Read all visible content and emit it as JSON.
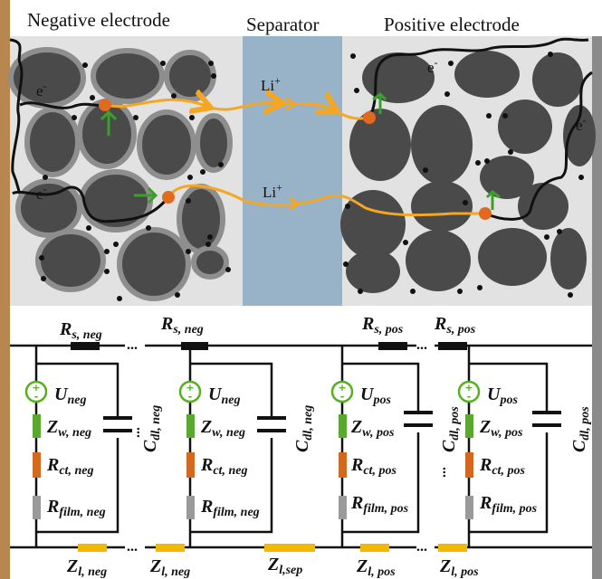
{
  "headers": {
    "negative": "Negative electrode",
    "separator": "Separator",
    "positive": "Positive electrode"
  },
  "ions": {
    "li": "Li",
    "sup": "+"
  },
  "electron": {
    "e": "e",
    "sup": "-"
  },
  "circuit": {
    "rs_neg": {
      "main": "R",
      "sub": "s, neg"
    },
    "rs_pos": {
      "main": "R",
      "sub": "s, pos"
    },
    "u_neg": {
      "main": "U",
      "sub": "neg"
    },
    "u_pos": {
      "main": "U",
      "sub": "pos"
    },
    "zw_neg": {
      "main": "Z",
      "sub": "w, neg"
    },
    "zw_pos": {
      "main": "Z",
      "sub": "w, pos"
    },
    "rct_neg": {
      "main": "R",
      "sub": "ct, neg"
    },
    "rct_pos": {
      "main": "R",
      "sub": "ct, pos"
    },
    "rfilm_neg": {
      "main": "R",
      "sub": "film, neg"
    },
    "rfilm_pos": {
      "main": "R",
      "sub": "film, pos"
    },
    "cdl_neg": {
      "main": "C",
      "sub": "dl, neg"
    },
    "cdl_pos": {
      "main": "C",
      "sub": "dl, pos"
    },
    "zl_neg": {
      "main": "Z",
      "sub": "l, neg"
    },
    "zl_sep": {
      "main": "Z",
      "sub": "l,sep"
    },
    "zl_pos": {
      "main": "Z",
      "sub": "l, pos"
    },
    "ellipsis": "..."
  },
  "colors": {
    "particle": "#4a4a4a",
    "particle_coat": "#8e8e8e",
    "separator": "#98b2c8",
    "background": "#e2e2e2",
    "current_collector_neg": "#b8864f",
    "current_collector_pos": "#8a8a8a",
    "ion_path": "#f5a623",
    "reaction_site": "#e06a20",
    "arrow_green": "#3aa02a",
    "source_green": "#55b020",
    "warburg": "#5aa830",
    "charge_transfer": "#d2691e",
    "film": "#9a9a9a",
    "electrolyte_resistor": "#f5b800"
  }
}
